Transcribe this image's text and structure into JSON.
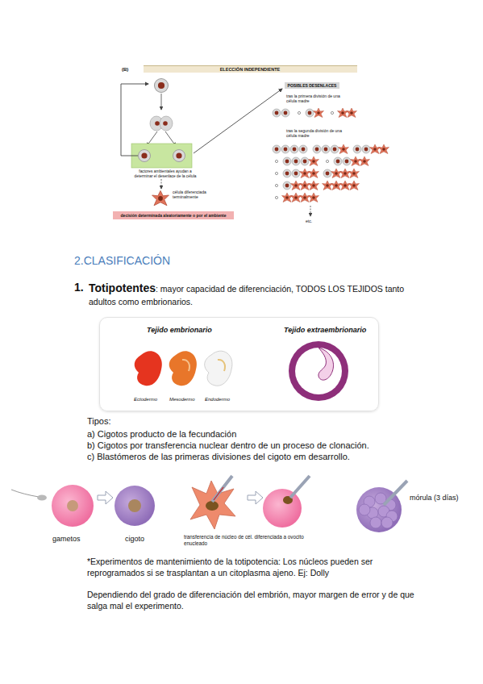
{
  "diagram": {
    "title": "2.CLASIFICACIÓN",
    "nodes": [
      {
        "text": [
          "ELECCIÓN INDEPENDIENTE"
        ]
      },
      {
        "text": [
          "POSIBLES DESENLACES"
        ]
      },
      {
        "text": [
          "decisión determinada aleatoriamente o por el ambiente"
        ]
      },
      {
        "text": [
          "Tejido embrionario",
          "Tejido extraembrionario",
          "Ectodermo",
          "Mesodermo",
          "Endodermo"
        ]
      }
    ],
    "labels": [
      "(B)",
      "factores ambientales ayudan a determinar el desenlace de la célula",
      "célula diferenciada terminalmente",
      "tras la primera división de una célula madre",
      "tras la segunda división de una célula madre",
      "etc.",
      "1.",
      "Totipotentes",
      ": mayor capacidad de diferenciación, TODOS LOS TEJIDOS tanto adultos como embrionarios.",
      "Tipos:",
      "a) Cigotos producto de la fecundación",
      "b) Cigotos por transferencia nuclear dentro de un proceso de clonación.",
      "c) Blastómeros de las primeras divisiones del cigoto em desarrollo.",
      "gametos",
      "cigoto",
      "transferencia de núcleo de cél. diferenciada a ovocito enucleado",
      "mórula (3 días)",
      "*Experimentos de mantenimiento de la totipotencia: Los núcleos pueden ser reprogramados si se trasplantan a un citoplasma ajeno. Ej: Dolly",
      "Dependiendo del grado de diferenciación del embrión, mayor margen de error y de que salga mal el experimento."
    ]
  }
}
